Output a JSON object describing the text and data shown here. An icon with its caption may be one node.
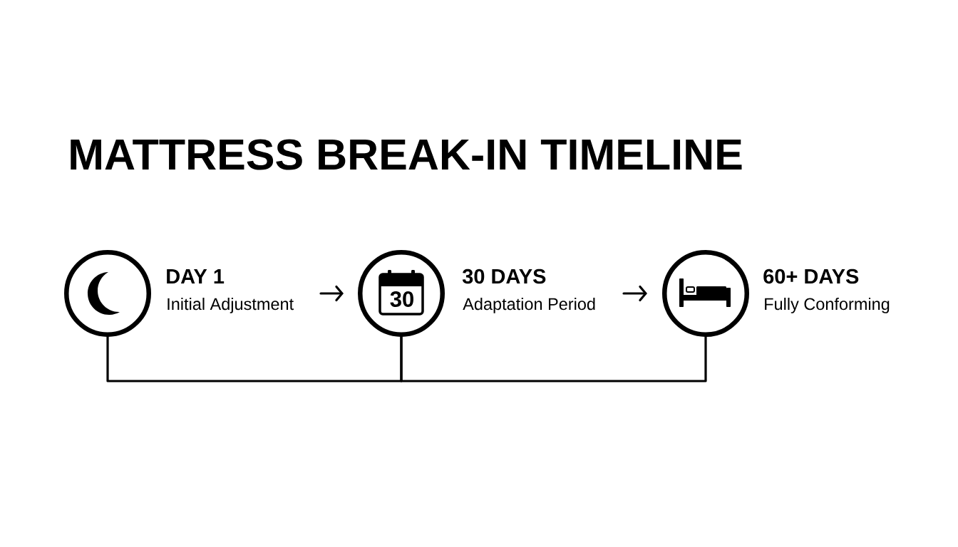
{
  "diagram": {
    "title": "MATTRESS BREAK-IN TIMELINE",
    "nodes": [
      {
        "text": [],
        "shape": "circle",
        "beside": [
          "DAY 1",
          "Initial Adjustment"
        ]
      },
      {
        "text": [
          "30"
        ],
        "beside": [
          "30 DAYS",
          "Adaptation Period"
        ]
      },
      {
        "text": [],
        "shape": "circle",
        "beside": [
          "60+ DAYS",
          "Fully Conforming"
        ]
      }
    ],
    "edges": [
      {
        "from": 0,
        "to": 1,
        "arrow": "to"
      },
      {
        "from": 1,
        "to": 2,
        "arrow": "to"
      },
      {
        "from": 0,
        "to": 1,
        "arrow": "none"
      },
      {
        "from": 1,
        "to": 2,
        "arrow": "none"
      }
    ]
  }
}
